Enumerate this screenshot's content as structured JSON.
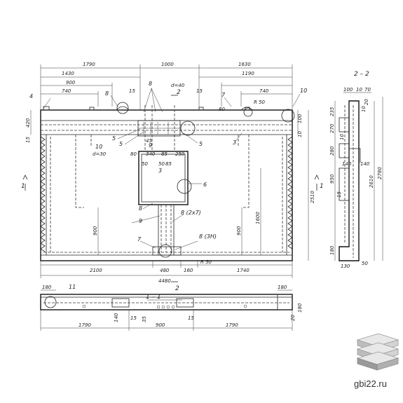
{
  "dims_top": {
    "d1790": "1790",
    "d1000": "1000",
    "d1630": "1630",
    "d1430": "1430",
    "d1190": "1190",
    "d900": "900",
    "d740a": "740",
    "d740b": "740",
    "d_d40": "d=40",
    "d15a": "15",
    "d15b": "15",
    "d_r50": "R 50",
    "d80": "80"
  },
  "dims_main": {
    "d4480": "4480",
    "d2100": "2100",
    "d1740": "1740",
    "d480": "480",
    "d160": "160",
    "d_r50b": "R 50",
    "d2510": "2510",
    "d1600": "1600",
    "d900a": "900",
    "d900b": "900",
    "d420": "420",
    "d15c": "15",
    "d_d30": "d=30",
    "d45": "45",
    "d340": "340",
    "d80b": "80",
    "d85a": "85",
    "d85b": "85",
    "d50a": "50",
    "d50b": "50",
    "d250": "250",
    "d100": "100",
    "d10": "10"
  },
  "dims_bottom": {
    "d180a": "180",
    "d180b": "180",
    "d1790a": "1790",
    "d1790b": "1790",
    "d900": "900",
    "d15a": "15",
    "d15b": "15",
    "d35": "35",
    "d20": "20",
    "d140": "140",
    "d180c": "180"
  },
  "dims_side": {
    "d100": "100",
    "d10a": "10",
    "d70": "70",
    "d10b": "10",
    "d235": "235",
    "d270": "270",
    "d280": "280",
    "d950": "950",
    "d2610": "2610",
    "d2780": "2780",
    "d140a": "140",
    "d140b": "140",
    "d15": "15",
    "d180": "180",
    "d130": "130",
    "d50": "50",
    "d10c": "10",
    "d20": "20"
  },
  "callouts": {
    "c4": "4",
    "c8a": "8",
    "c8b": "8",
    "c7a": "7",
    "c10a": "10",
    "c10b": "10",
    "c5a": "5",
    "c5b": "5",
    "c5c": "5",
    "c3a": "3",
    "c3b": "3",
    "c6": "6",
    "c8c": "8",
    "c9a": "9",
    "c9b": "9",
    "c8d": "8 (2x7)",
    "c8e": "8 (3Н)",
    "c7b": "7",
    "c11": "11"
  },
  "sections": {
    "s22": "2 – 2",
    "s11": "1 – 1",
    "m1l": "1",
    "m1r": "1",
    "m2t": "2",
    "m2b": "2"
  },
  "watermark": {
    "site": "gbi22.ru"
  },
  "colors": {
    "line": "#222222",
    "logo_light": "#e8e8e8",
    "logo_dark": "#9a9a9a"
  }
}
